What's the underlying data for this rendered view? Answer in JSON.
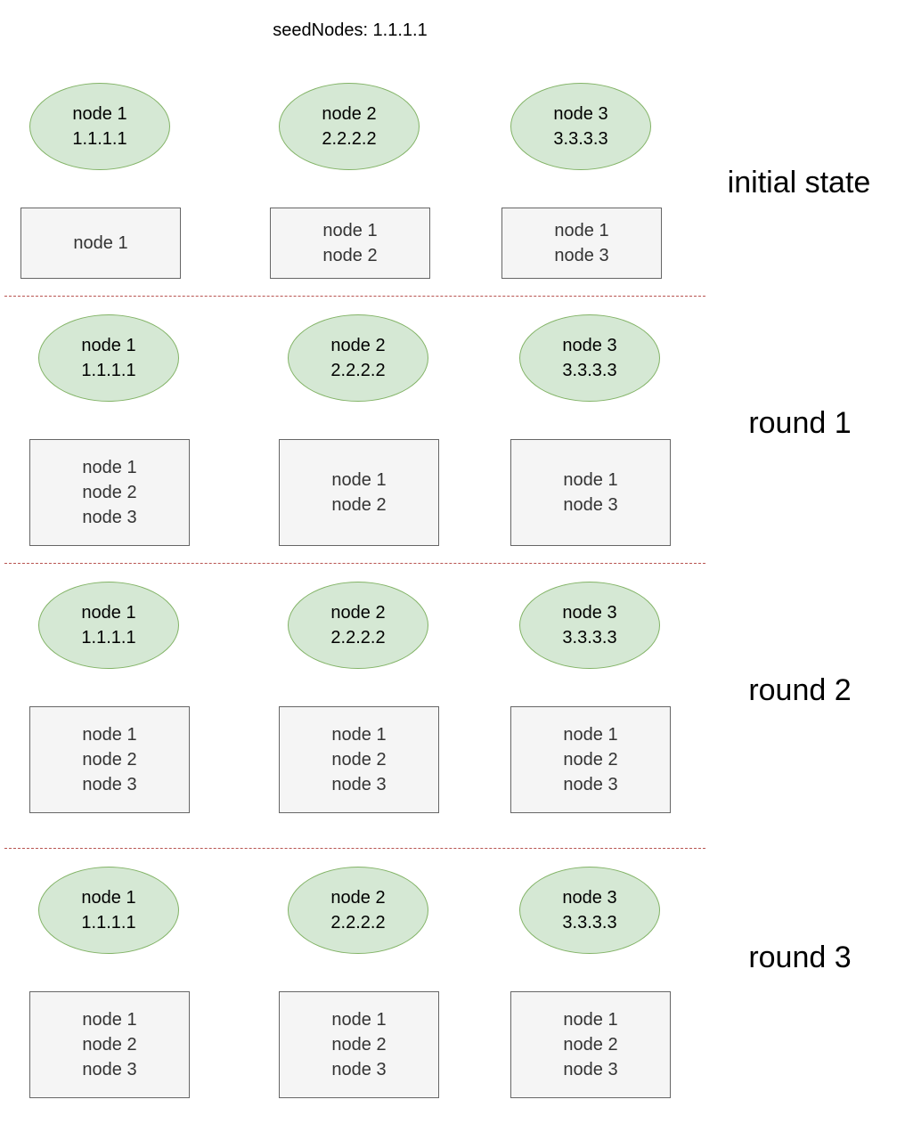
{
  "seed_label": "seedNodes: 1.1.1.1",
  "stages": [
    {
      "label": "initial state",
      "nodes": [
        {
          "name": "node 1",
          "ip": "1.1.1.1"
        },
        {
          "name": "node 2",
          "ip": "2.2.2.2"
        },
        {
          "name": "node 3",
          "ip": "3.3.3.3"
        }
      ],
      "tables": [
        [
          "node 1"
        ],
        [
          "node 1",
          "node 2"
        ],
        [
          "node 1",
          "node 3"
        ]
      ]
    },
    {
      "label": "round 1",
      "nodes": [
        {
          "name": "node 1",
          "ip": "1.1.1.1"
        },
        {
          "name": "node 2",
          "ip": "2.2.2.2"
        },
        {
          "name": "node 3",
          "ip": "3.3.3.3"
        }
      ],
      "tables": [
        [
          "node 1",
          "node 2",
          "node 3"
        ],
        [
          "node 1",
          "node 2"
        ],
        [
          "node 1",
          "node 3"
        ]
      ]
    },
    {
      "label": "round 2",
      "nodes": [
        {
          "name": "node 1",
          "ip": "1.1.1.1"
        },
        {
          "name": "node 2",
          "ip": "2.2.2.2"
        },
        {
          "name": "node 3",
          "ip": "3.3.3.3"
        }
      ],
      "tables": [
        [
          "node 1",
          "node 2",
          "node 3"
        ],
        [
          "node 1",
          "node 2",
          "node 3"
        ],
        [
          "node 1",
          "node 2",
          "node 3"
        ]
      ]
    },
    {
      "label": "round 3",
      "nodes": [
        {
          "name": "node 1",
          "ip": "1.1.1.1"
        },
        {
          "name": "node 2",
          "ip": "2.2.2.2"
        },
        {
          "name": "node 3",
          "ip": "3.3.3.3"
        }
      ],
      "tables": [
        [
          "node 1",
          "node 2",
          "node 3"
        ],
        [
          "node 1",
          "node 2",
          "node 3"
        ],
        [
          "node 1",
          "node 2",
          "node 3"
        ]
      ]
    }
  ],
  "colors": {
    "node_fill": "#d5e8d4",
    "node_stroke": "#82b366",
    "table_fill": "#f5f5f5",
    "table_stroke": "#666666",
    "divider": "#b85450"
  }
}
